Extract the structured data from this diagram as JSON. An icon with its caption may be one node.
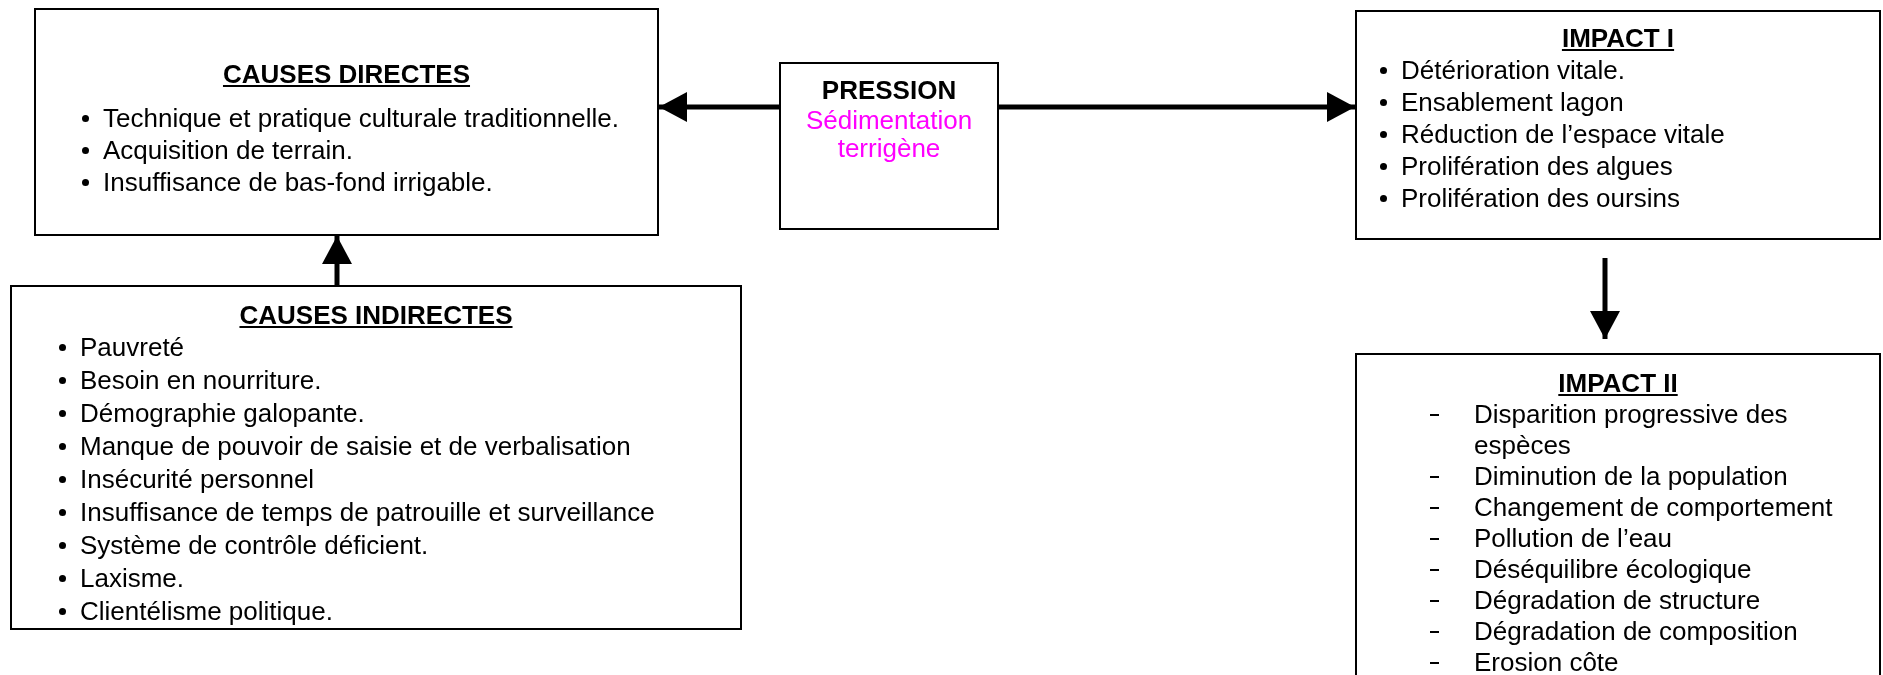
{
  "diagram": {
    "nodes": [
      {
        "text": [
          "CAUSES DIRECTES",
          "Technique et pratique culturale traditionnelle.",
          "Acquisition de terrain.",
          "Insuffisance de bas-fond irrigable."
        ]
      },
      {
        "text": [
          "PRESSION",
          "Sédimentation terrigène"
        ]
      },
      {
        "text": [
          "IMPACT I",
          "Détérioration vitale.",
          "Ensablement lagon",
          "Réduction de l’espace vitale",
          "Prolifération des algues",
          "Prolifération des oursins"
        ]
      },
      {
        "text": [
          "CAUSES INDIRECTES",
          "Pauvreté",
          "Besoin en nourriture.",
          "Démographie galopante.",
          "Manque de pouvoir de saisie et de verbalisation",
          "Insécurité personnel",
          "Insuffisance de temps de patrouille et surveillance",
          "Système de contrôle déficient.",
          "Laxisme.",
          "Clientélisme politique."
        ]
      },
      {
        "text": [
          "IMPACT II",
          "Disparition progressive des espèces",
          "Diminution de la population",
          "Changement de comportement",
          "Pollution de l’eau",
          "Déséquilibre écologique",
          "Dégradation de structure",
          "Dégradation de composition",
          "Erosion côte"
        ]
      }
    ],
    "edges": [
      {
        "from": 1,
        "to": 0,
        "arrow": "to"
      },
      {
        "from": 1,
        "to": 2,
        "arrow": "to"
      },
      {
        "from": 3,
        "to": 0,
        "arrow": "to"
      },
      {
        "from": 2,
        "to": 4,
        "arrow": "to"
      }
    ]
  }
}
